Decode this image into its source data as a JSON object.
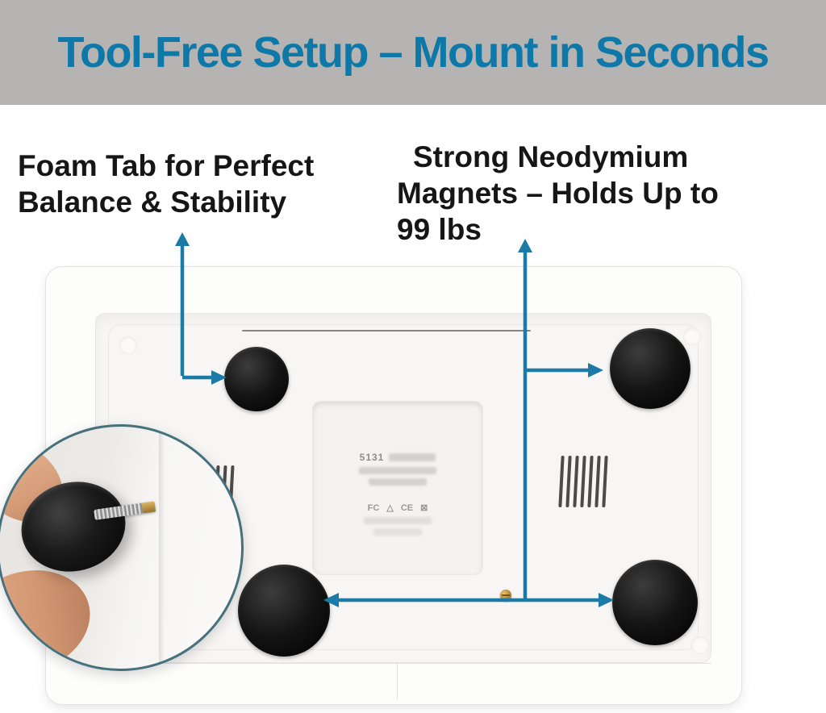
{
  "header": {
    "title": "Tool-Free Setup – Mount in Seconds",
    "bg_color": "#b5b4b2",
    "text_color": "#0e78a8"
  },
  "annotations": {
    "foam_tab": {
      "lines": [
        "Foam Tab for Perfect",
        "Balance & Stability"
      ]
    },
    "magnets": {
      "lines": [
        "Strong Neodymium",
        "Magnets – Holds Up to",
        "99 lbs"
      ]
    }
  },
  "arrow_color": "#1b7ba6",
  "device": {
    "label": {
      "serial": "5131",
      "certs": [
        {
          "name": "fcc-mark",
          "glyph": "FC"
        },
        {
          "name": "recycle-icon",
          "glyph": "△"
        },
        {
          "name": "ce-mark",
          "glyph": "CE"
        },
        {
          "name": "weee-bin-icon",
          "glyph": "⊠"
        }
      ]
    }
  }
}
